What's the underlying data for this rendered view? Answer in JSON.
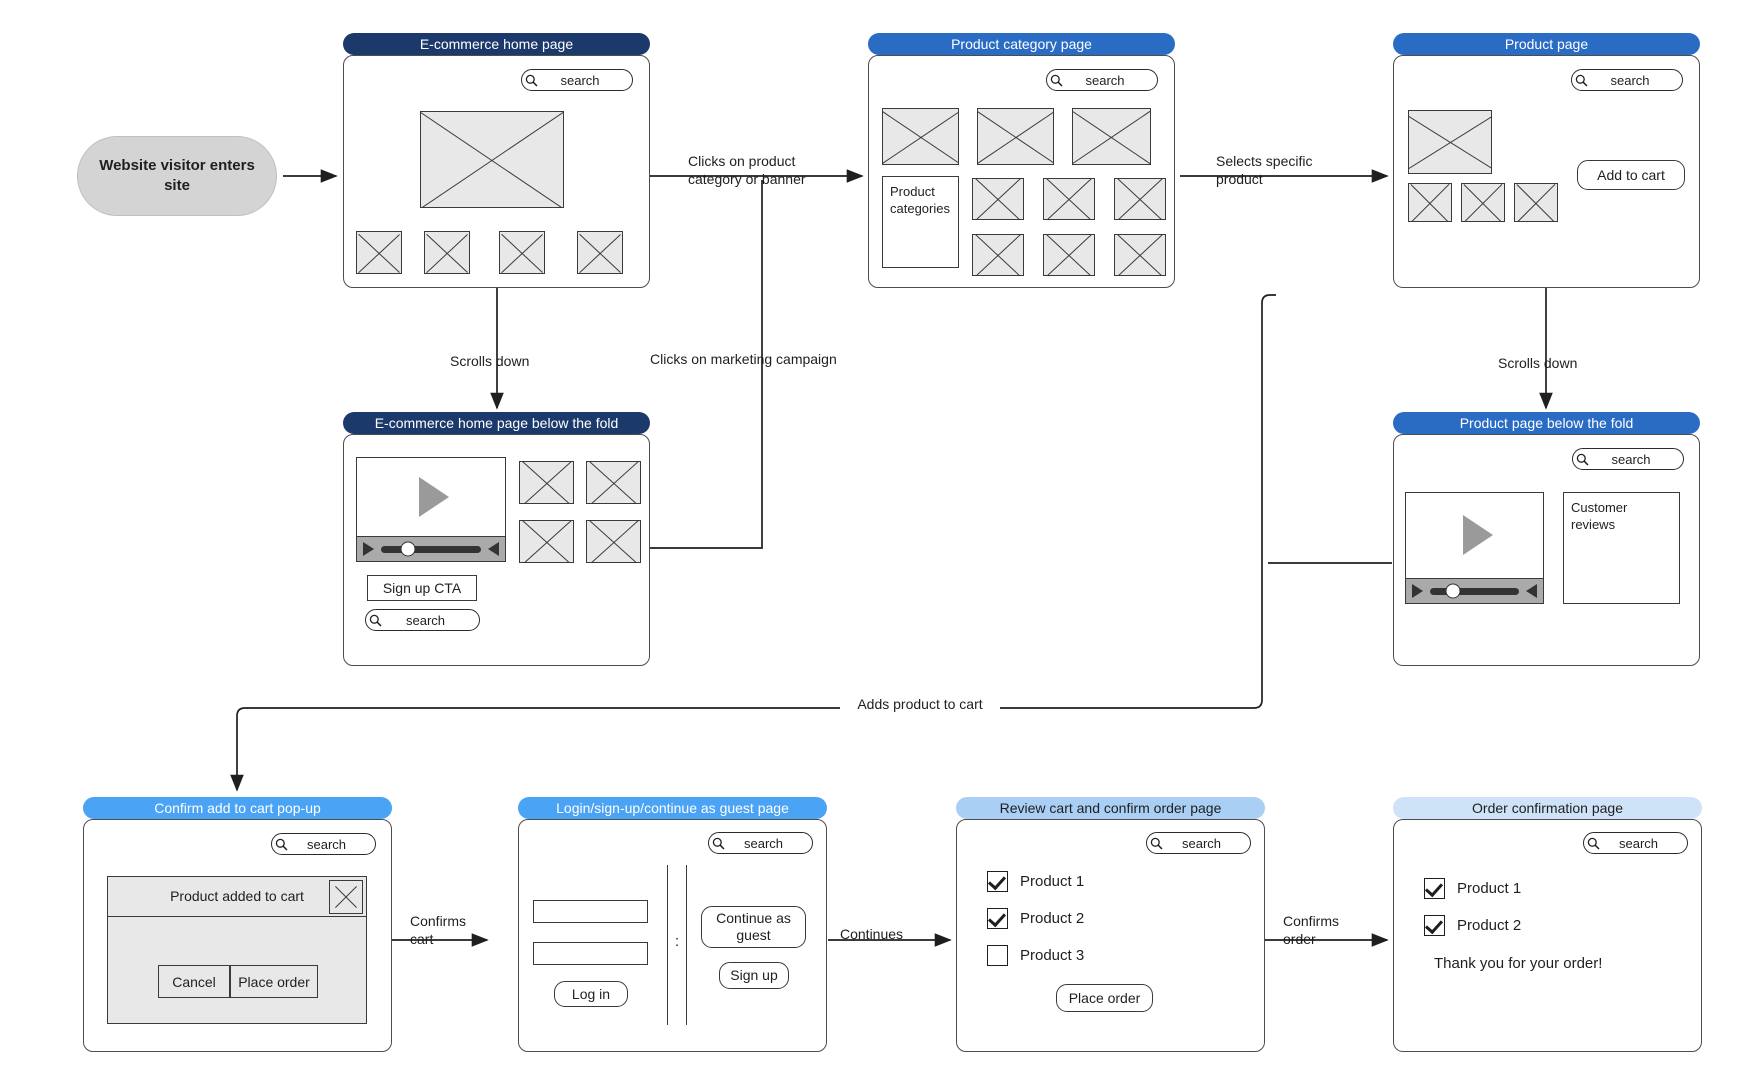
{
  "diagram": {
    "title": "E-commerce user journey wireflow",
    "colors": {
      "header_dark_blue": "#1b3a6b",
      "header_blue": "#2a6cc4",
      "header_light_blue": "#4aa3f5",
      "header_pale_blue": "#a9cff5",
      "header_palest_blue": "#cfe3f8",
      "start_fill": "#d4d4d4",
      "placeholder_fill": "#e8e8e8",
      "line": "#3a3a3a"
    }
  },
  "start": {
    "label": "Website visitor enters site"
  },
  "search": {
    "label": "search",
    "icon": "search-icon"
  },
  "nodes": {
    "home": {
      "title": "E-commerce home page",
      "search_label": "search"
    },
    "home_below_fold": {
      "title": "E-commerce home page below the fold",
      "search_label": "search",
      "cta_label": "Sign up CTA",
      "bottom_search_label": "search",
      "video_icon": "play-icon"
    },
    "category": {
      "title": "Product category page",
      "search_label": "search",
      "categories_label": "Product categories"
    },
    "product": {
      "title": "Product page",
      "search_label": "search",
      "add_to_cart_label": "Add to cart"
    },
    "product_below_fold": {
      "title": "Product page below the fold",
      "search_label": "search",
      "reviews_label": "Customer reviews",
      "video_icon": "play-icon"
    },
    "confirm_popup": {
      "title": "Confirm add to cart pop-up",
      "search_label": "search",
      "dialog_title": "Product added to cart",
      "close_icon": "close-icon",
      "cancel_label": "Cancel",
      "place_order_label": "Place order"
    },
    "login": {
      "title": "Login/sign-up/continue as guest page",
      "search_label": "search",
      "username_value": "",
      "password_value": "",
      "login_label": "Log in",
      "continue_guest_label": "Continue as guest",
      "signup_label": "Sign up",
      "separator_glyph": ":"
    },
    "review_cart": {
      "title": "Review cart and confirm order page",
      "search_label": "search",
      "items": [
        {
          "label": "Product 1",
          "checked": true
        },
        {
          "label": "Product 2",
          "checked": true
        },
        {
          "label": "Product 3",
          "checked": false
        }
      ],
      "place_order_label": "Place order"
    },
    "order_confirmation": {
      "title": "Order confirmation page",
      "search_label": "search",
      "items": [
        {
          "label": "Product 1",
          "checked": true
        },
        {
          "label": "Product 2",
          "checked": true
        }
      ],
      "thank_you": "Thank you for your order!"
    }
  },
  "edges": [
    {
      "id": "start-home",
      "label": ""
    },
    {
      "id": "home-category",
      "label": "Clicks on product category or banner"
    },
    {
      "id": "home-below-fold",
      "label": "Scrolls down"
    },
    {
      "id": "home-marketing",
      "label": "Clicks on marketing campaign"
    },
    {
      "id": "category-product",
      "label": "Selects specific product"
    },
    {
      "id": "product-below-fold",
      "label": "Scrolls down"
    },
    {
      "id": "product-cart",
      "label": "Adds product to cart"
    },
    {
      "id": "popup-login",
      "label": "Confirms cart"
    },
    {
      "id": "login-review",
      "label": "Continues"
    },
    {
      "id": "review-confirmation",
      "label": "Confirms order"
    }
  ]
}
